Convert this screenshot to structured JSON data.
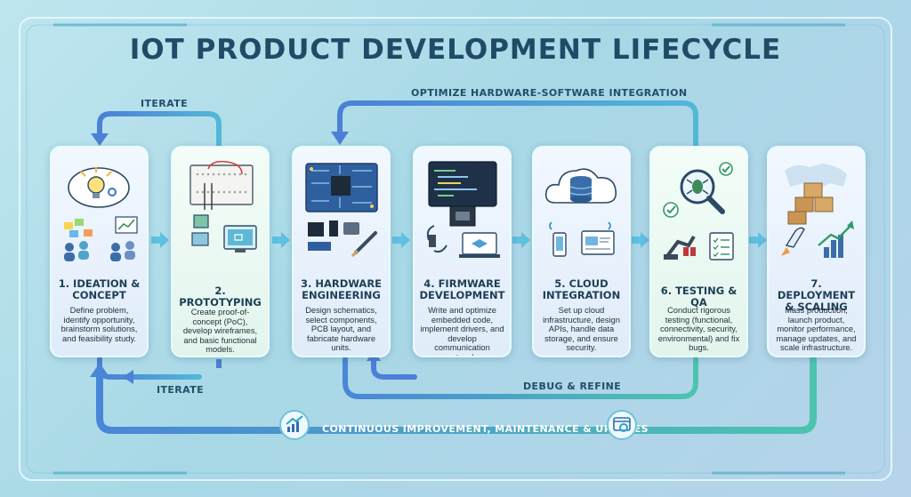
{
  "title": "IOT PRODUCT DEVELOPMENT LIFECYCLE",
  "loop_labels": {
    "iterate_top": "ITERATE",
    "iterate_bottom": "ITERATE",
    "optimize": "OPTIMIZE HARDWARE-SOFTWARE INTEGRATION",
    "debug": "DEBUG & REFINE",
    "continuous": "CONTINUOUS IMPROVEMENT, MAINTENANCE & UPDATES"
  },
  "stages": [
    {
      "title": "1. IDEATION & CONCEPT",
      "desc": "Define problem, identify opportunity, brainstorm solutions, and feasibility study.",
      "icon": "lightbulb-brainstorm-icon"
    },
    {
      "title": "2. PROTOTYPING",
      "desc": "Create proof-of-concept (PoC), develop wireframes, and basic functional models.",
      "icon": "breadboard-icon"
    },
    {
      "title": "3. HARDWARE ENGINEERING",
      "desc": "Design schematics, select components, PCB layout, and fabricate hardware units.",
      "icon": "pcb-icon"
    },
    {
      "title": "4. FIRMWARE DEVELOPMENT",
      "desc": "Write and optimize embedded code, implement drivers, and develop communication protocols.",
      "icon": "firmware-code-icon"
    },
    {
      "title": "5. CLOUD INTEGRATION",
      "desc": "Set up cloud infrastructure, design APIs, handle data storage, and ensure security.",
      "icon": "cloud-database-icon"
    },
    {
      "title": "6. TESTING & QA",
      "desc": "Conduct rigorous testing (functional, connectivity, security, environmental) and fix bugs.",
      "icon": "magnifier-bug-icon"
    },
    {
      "title": "7. DEPLOYMENT & SCALING",
      "desc": "Mass production, launch product, monitor performance, manage updates, and scale infrastructure.",
      "icon": "boxes-rocket-icon"
    }
  ],
  "colors": {
    "title": "#1f4b66",
    "loop_blue": "#4a86d8",
    "loop_green": "#4cc4b0",
    "flow_arrow": "#5fc0e0"
  }
}
